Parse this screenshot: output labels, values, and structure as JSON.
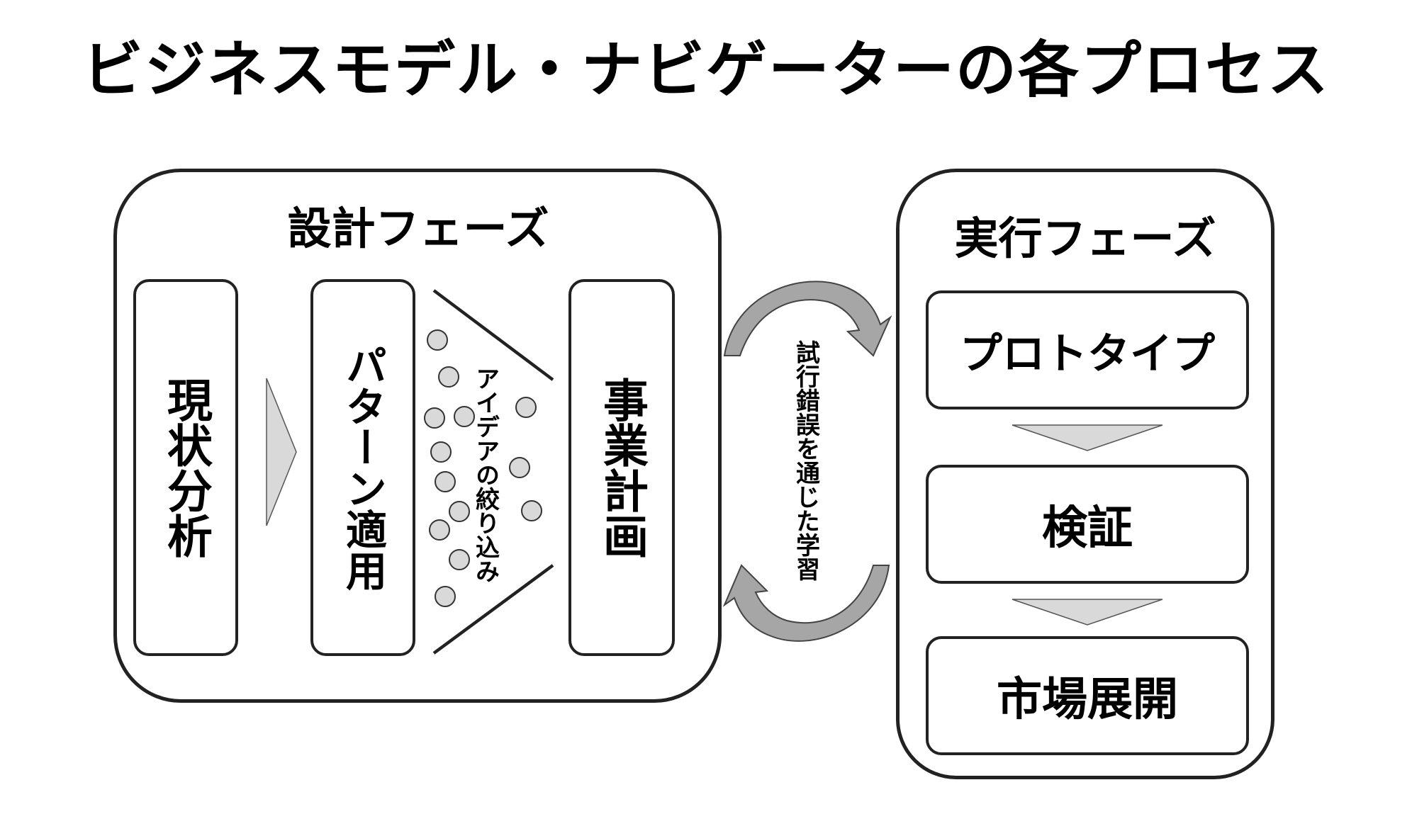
{
  "title": "ビジネスモデル・ナビゲーターの各プロセス",
  "design_phase": {
    "title": "設計フェーズ",
    "steps": [
      "現状分析",
      "パターン適用",
      "事業計画"
    ],
    "funnel_label": "アイデアの絞り込み"
  },
  "feedback_label": "試行錯誤を通じた学習",
  "execution_phase": {
    "title": "実行フェーズ",
    "steps": [
      "プロトタイプ",
      "検証",
      "市場展開"
    ]
  },
  "colors": {
    "line": "#222222",
    "arrow_fill": "#d9d9d9",
    "curved_arrow_fill": "#a6a6a6",
    "circle_fill": "#d9d9d9"
  }
}
